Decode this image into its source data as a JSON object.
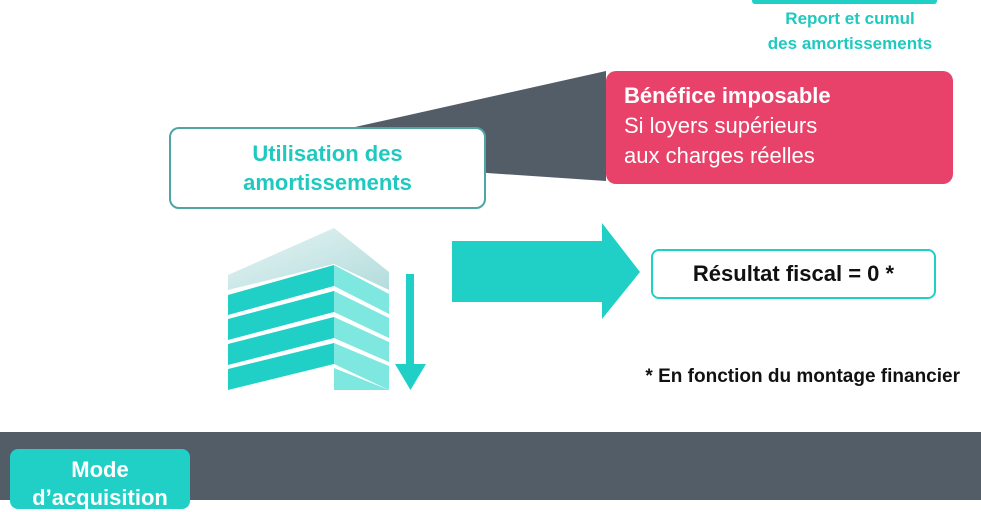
{
  "report_caption": {
    "line1": "Report et cumul",
    "line2": "des amortissements"
  },
  "benefit_card": {
    "title": "Bénéfice imposable",
    "line1": "Si loyers supérieurs",
    "line2": "aux charges réelles"
  },
  "usage_card": {
    "line1": "Utilisation des",
    "line2": "amortissements"
  },
  "result_card": {
    "text": "Résultat fiscal = 0 *"
  },
  "footnote": "* En fonction du montage financier",
  "mode_chip": {
    "line1": "Mode",
    "line2": "d’acquisition"
  },
  "icons": {
    "building": "building-icon",
    "down_arrow": "down-arrow-icon",
    "right_arrow": "right-arrow-icon"
  },
  "colors": {
    "teal": "#20d0c6",
    "teal_text": "#20c9bf",
    "pink": "#e8426a",
    "slate": "#525d68",
    "outline": "#4fa5a6"
  }
}
